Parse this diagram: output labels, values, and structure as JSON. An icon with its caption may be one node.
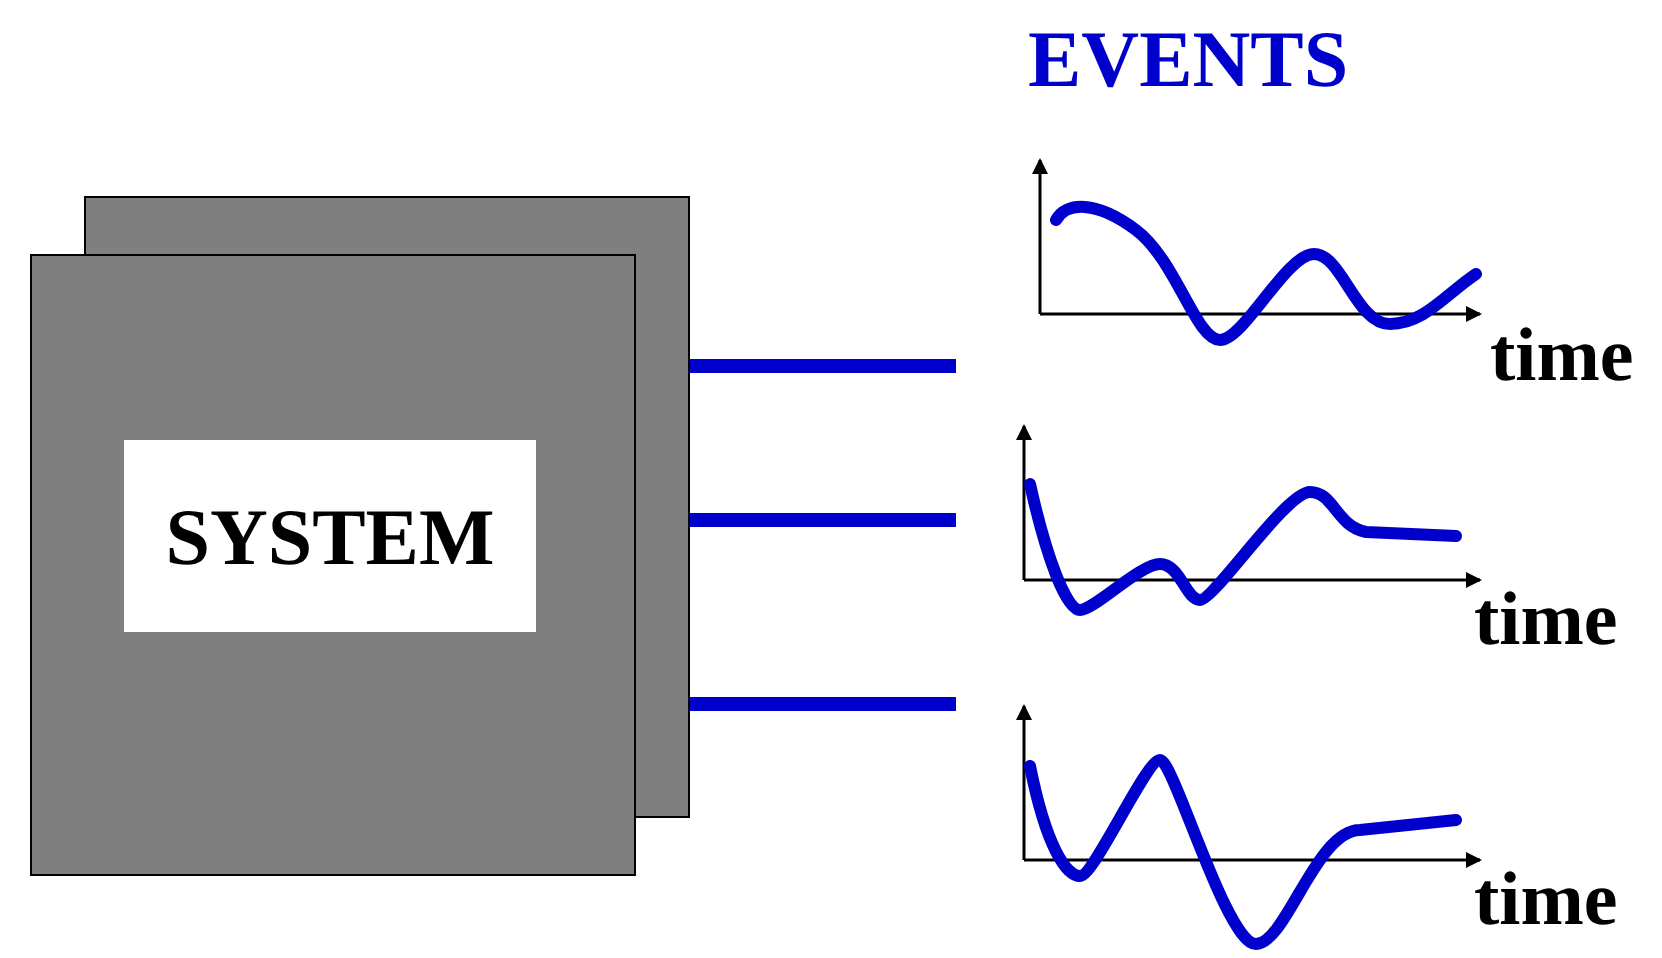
{
  "diagram": {
    "title": "EVENTS",
    "nodes": [
      {
        "text": [
          "SYSTEM"
        ]
      },
      {
        "text": [],
        "shape": "picture",
        "beside": [
          "time"
        ]
      },
      {
        "text": [],
        "shape": "picture",
        "beside": [
          "time"
        ]
      },
      {
        "text": [],
        "shape": "picture",
        "beside": [
          "time"
        ]
      }
    ],
    "edges": [
      {
        "from": 0,
        "to": 1,
        "arrow": "none"
      },
      {
        "from": 0,
        "to": 2,
        "arrow": "none"
      },
      {
        "from": 0,
        "to": 3,
        "arrow": "none"
      }
    ]
  }
}
